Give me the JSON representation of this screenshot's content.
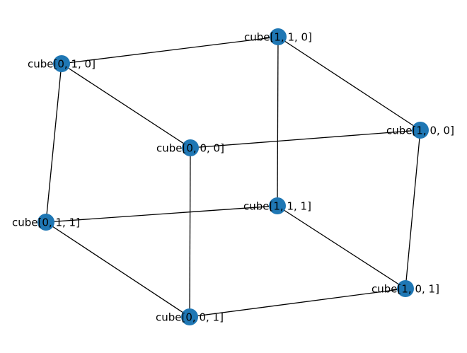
{
  "graph": {
    "node_color": "#1f77b4",
    "edge_color": "#000000",
    "nodes": [
      {
        "id": "cube[1, 1, 0]",
        "label": "cube[1, 1, 0]"
      },
      {
        "id": "cube[0, 1, 0]",
        "label": "cube[0, 1, 0]"
      },
      {
        "id": "cube[1, 0, 0]",
        "label": "cube[1, 0, 0]"
      },
      {
        "id": "cube[0, 0, 0]",
        "label": "cube[0, 0, 0]"
      },
      {
        "id": "cube[1, 1, 1]",
        "label": "cube[1, 1, 1]"
      },
      {
        "id": "cube[0, 1, 1]",
        "label": "cube[0, 1, 1]"
      },
      {
        "id": "cube[1, 0, 1]",
        "label": "cube[1, 0, 1]"
      },
      {
        "id": "cube[0, 0, 1]",
        "label": "cube[0, 0, 1]"
      }
    ],
    "edges": [
      [
        "cube[0, 1, 0]",
        "cube[1, 1, 0]"
      ],
      [
        "cube[1, 1, 0]",
        "cube[1, 0, 0]"
      ],
      [
        "cube[1, 1, 0]",
        "cube[1, 1, 1]"
      ],
      [
        "cube[0, 1, 0]",
        "cube[0, 0, 0]"
      ],
      [
        "cube[0, 1, 0]",
        "cube[0, 1, 1]"
      ],
      [
        "cube[0, 0, 0]",
        "cube[1, 0, 0]"
      ],
      [
        "cube[0, 0, 0]",
        "cube[0, 0, 1]"
      ],
      [
        "cube[1, 0, 0]",
        "cube[1, 0, 1]"
      ],
      [
        "cube[0, 1, 1]",
        "cube[1, 1, 1]"
      ],
      [
        "cube[1, 1, 1]",
        "cube[1, 0, 1]"
      ],
      [
        "cube[0, 1, 1]",
        "cube[0, 0, 1]"
      ],
      [
        "cube[0, 0, 1]",
        "cube[1, 0, 1]"
      ]
    ]
  }
}
